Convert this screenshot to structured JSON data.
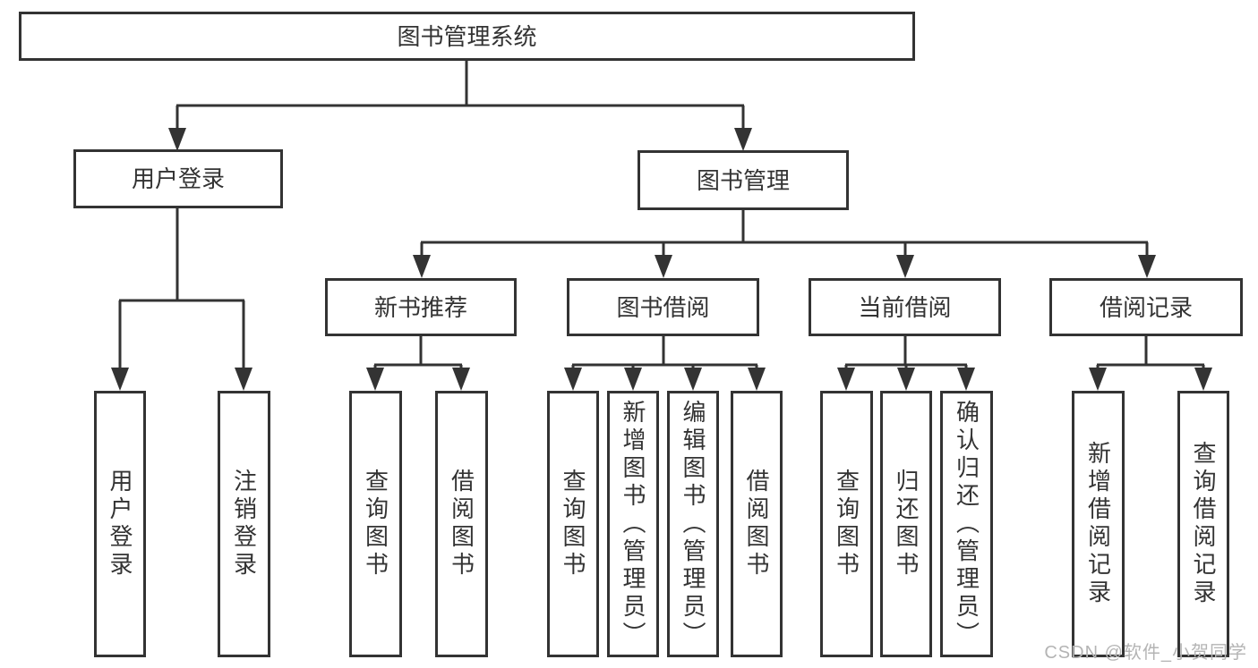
{
  "nodes": {
    "root": "图书管理系统",
    "user_login": "用户登录",
    "book_mgmt": "图书管理",
    "user_login_leaf": "用户登录",
    "logout_leaf": "注销登录",
    "new_book_rec": "新书推荐",
    "book_borrow": "图书借阅",
    "current_borrow": "当前借阅",
    "borrow_record": "借阅记录",
    "nbr_query_book": "查询图书",
    "nbr_borrow_book": "借阅图书",
    "bb_query_book": "查询图书",
    "bb_add_book": "新增图书（管理员）",
    "bb_edit_book": "编辑图书（管理员）",
    "bb_borrow_book": "借阅图书",
    "cb_query_book": "查询图书",
    "cb_return_book": "归还图书",
    "cb_confirm_return": "确认归还（管理员）",
    "br_add_record": "新增借阅记录",
    "br_query_record": "查询借阅记录"
  },
  "watermark": "CSDN @软件_小贺同学",
  "colors": {
    "line": "#333333",
    "box_border": "#333333",
    "box_fill": "#ffffff",
    "text": "#333333",
    "watermark": "#b4b4b4",
    "background": "#ffffff"
  }
}
